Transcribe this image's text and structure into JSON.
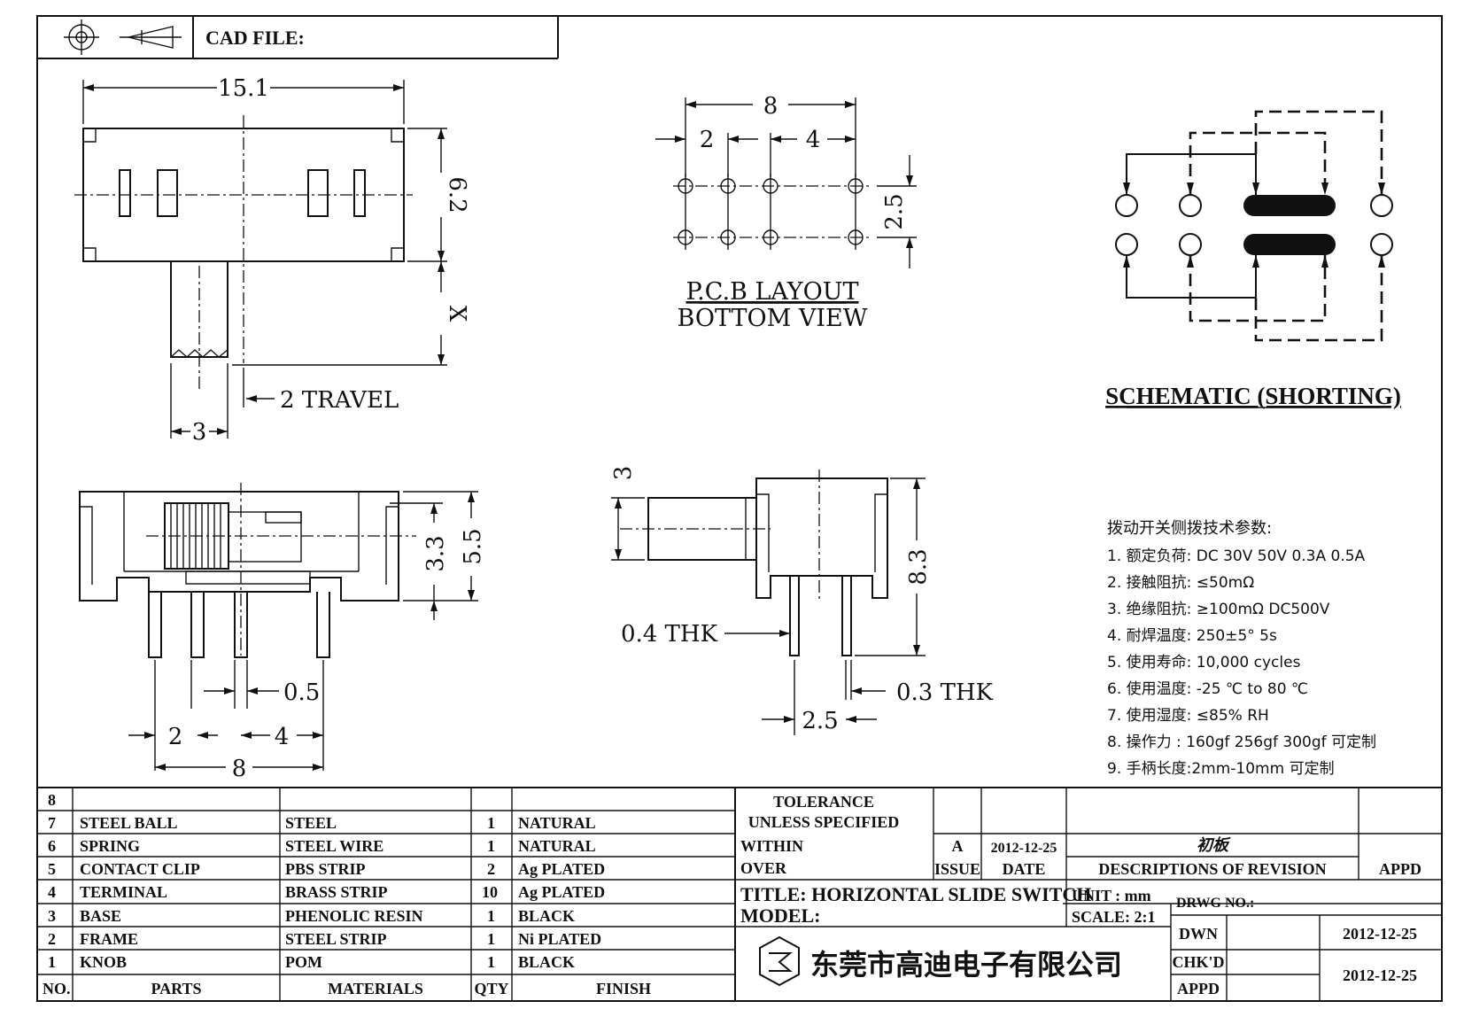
{
  "header": {
    "cad_file_label": "CAD FILE:"
  },
  "top_view": {
    "width": "15.1",
    "height": "6.2",
    "x": "X",
    "travel": "2 TRAVEL",
    "knob_width": "3"
  },
  "pcb": {
    "total": "8",
    "pitch_a": "2",
    "pitch_b": "4",
    "row": "2.5",
    "title": "P.C.B LAYOUT",
    "subtitle": "BOTTOM VIEW"
  },
  "schematic": {
    "title": "SCHEMATIC (SHORTING)"
  },
  "front_view": {
    "height_total": "5.5",
    "height_body": "3.3",
    "pin": "0.5",
    "pitch_a": "2",
    "pitch_b": "4",
    "total": "8"
  },
  "side_view": {
    "knob": "3",
    "height": "8.3",
    "pin_thk": "0.4 THK",
    "clip_thk": "0.3 THK",
    "pitch": "2.5"
  },
  "specs": {
    "title": "拨动开关侧拨技术参数:",
    "items": [
      "1. 额定负荷: DC 30V 50V 0.3A 0.5A",
      "2. 接触阻抗: ≤50mΩ",
      "3. 绝缘阻抗: ≥100mΩ DC500V",
      "4. 耐焊温度: 250±5° 5s",
      "5. 使用寿命: 10,000 cycles",
      "6. 使用温度: -25 ℃ to 80 ℃",
      "7. 使用湿度: ≤85% RH",
      "8. 操作力 : 160gf 256gf 300gf 可定制",
      "9. 手柄长度:2mm-10mm 可定制"
    ]
  },
  "bom": {
    "rows": [
      {
        "no": "8",
        "part": "",
        "material": "",
        "qty": "",
        "finish": ""
      },
      {
        "no": "7",
        "part": "STEEL BALL",
        "material": "STEEL",
        "qty": "1",
        "finish": "NATURAL"
      },
      {
        "no": "6",
        "part": "SPRING",
        "material": "STEEL WIRE",
        "qty": "1",
        "finish": "NATURAL"
      },
      {
        "no": "5",
        "part": "CONTACT CLIP",
        "material": "PBS STRIP",
        "qty": "2",
        "finish": "Ag PLATED"
      },
      {
        "no": "4",
        "part": "TERMINAL",
        "material": "BRASS STRIP",
        "qty": "10",
        "finish": "Ag PLATED"
      },
      {
        "no": "3",
        "part": "BASE",
        "material": "PHENOLIC RESIN",
        "qty": "1",
        "finish": "BLACK"
      },
      {
        "no": "2",
        "part": "FRAME",
        "material": "STEEL STRIP",
        "qty": "1",
        "finish": "Ni PLATED"
      },
      {
        "no": "1",
        "part": "KNOB",
        "material": "POM",
        "qty": "1",
        "finish": "BLACK"
      }
    ],
    "headers": {
      "no": "NO.",
      "parts": "PARTS",
      "materials": "MATERIALS",
      "qty": "QTY",
      "finish": "FINISH"
    }
  },
  "title_block": {
    "tolerance": "TOLERANCE",
    "unless": "UNLESS SPECIFIED",
    "within": "WITHIN",
    "over": "OVER",
    "issue_value": "A",
    "date_value": "2012-12-25",
    "revision_desc": "初板",
    "issue": "ISSUE",
    "date": "DATE",
    "descriptions": "DESCRIPTIONS OF REVISION",
    "appd": "APPD",
    "title": "TITLE: HORIZONTAL SLIDE SWITCH",
    "unit": "UNIT : mm",
    "drwg_no": "DRWG NO.:",
    "model": "MODEL:",
    "scale": "SCALE: 2:1",
    "dwn": "DWN",
    "dwn_date": "2012-12-25",
    "chkd": "CHK'D",
    "chkd_date": "2012-12-25",
    "appd2": "APPD",
    "company": "东莞市高迪电子有限公司"
  }
}
